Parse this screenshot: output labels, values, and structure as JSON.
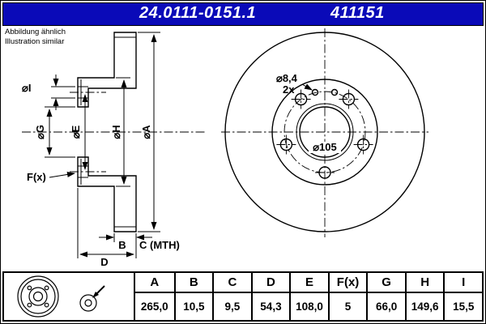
{
  "header": {
    "part_number": "24.0111-0151.1",
    "order_number": "411151"
  },
  "note": {
    "line1": "Abbildung ähnlich",
    "line2": "Illustration similar"
  },
  "drawing": {
    "labels": {
      "dia_i": "⌀I",
      "dia_g": "⌀G",
      "dia_e": "⌀E",
      "dia_h": "⌀H",
      "dia_a": "⌀A",
      "f_x": "F(x)",
      "b": "B",
      "c_mth": "C (MTH)",
      "d": "D",
      "hole_dia": "⌀8,4",
      "hole_count": "2x",
      "bolt_circle": "⌀105"
    }
  },
  "table": {
    "headers": [
      "A",
      "B",
      "C",
      "D",
      "E",
      "F(x)",
      "G",
      "H",
      "I"
    ],
    "values": [
      "265,0",
      "10,5",
      "9,5",
      "54,3",
      "108,0",
      "5",
      "66,0",
      "149,6",
      "15,5"
    ]
  },
  "colors": {
    "header_blue": "#0a0ab8",
    "line_black": "#000000",
    "text_white": "#ffffff"
  }
}
